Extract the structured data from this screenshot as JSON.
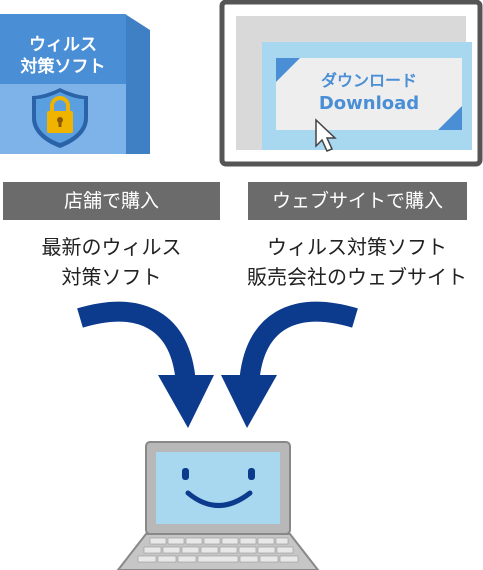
{
  "software_box": {
    "line1": "ウィルス",
    "line2": "対策ソフト"
  },
  "download_button": {
    "jp": "ダウンロード",
    "en": "Download"
  },
  "store": {
    "tag": "店舗で購入",
    "caption_line1": "最新のウィルス",
    "caption_line2": "対策ソフト"
  },
  "website": {
    "tag": "ウェブサイトで購入",
    "caption_line1": "ウィルス対策ソフト",
    "caption_line2": "販売会社のウェブサイト"
  },
  "colors": {
    "box_blue": "#4a8fd6",
    "arrow_navy": "#0c3a8c",
    "tag_gray": "#6b6b6b",
    "screen_blue": "#a8d8f0",
    "lock_gold": "#f0b400"
  }
}
